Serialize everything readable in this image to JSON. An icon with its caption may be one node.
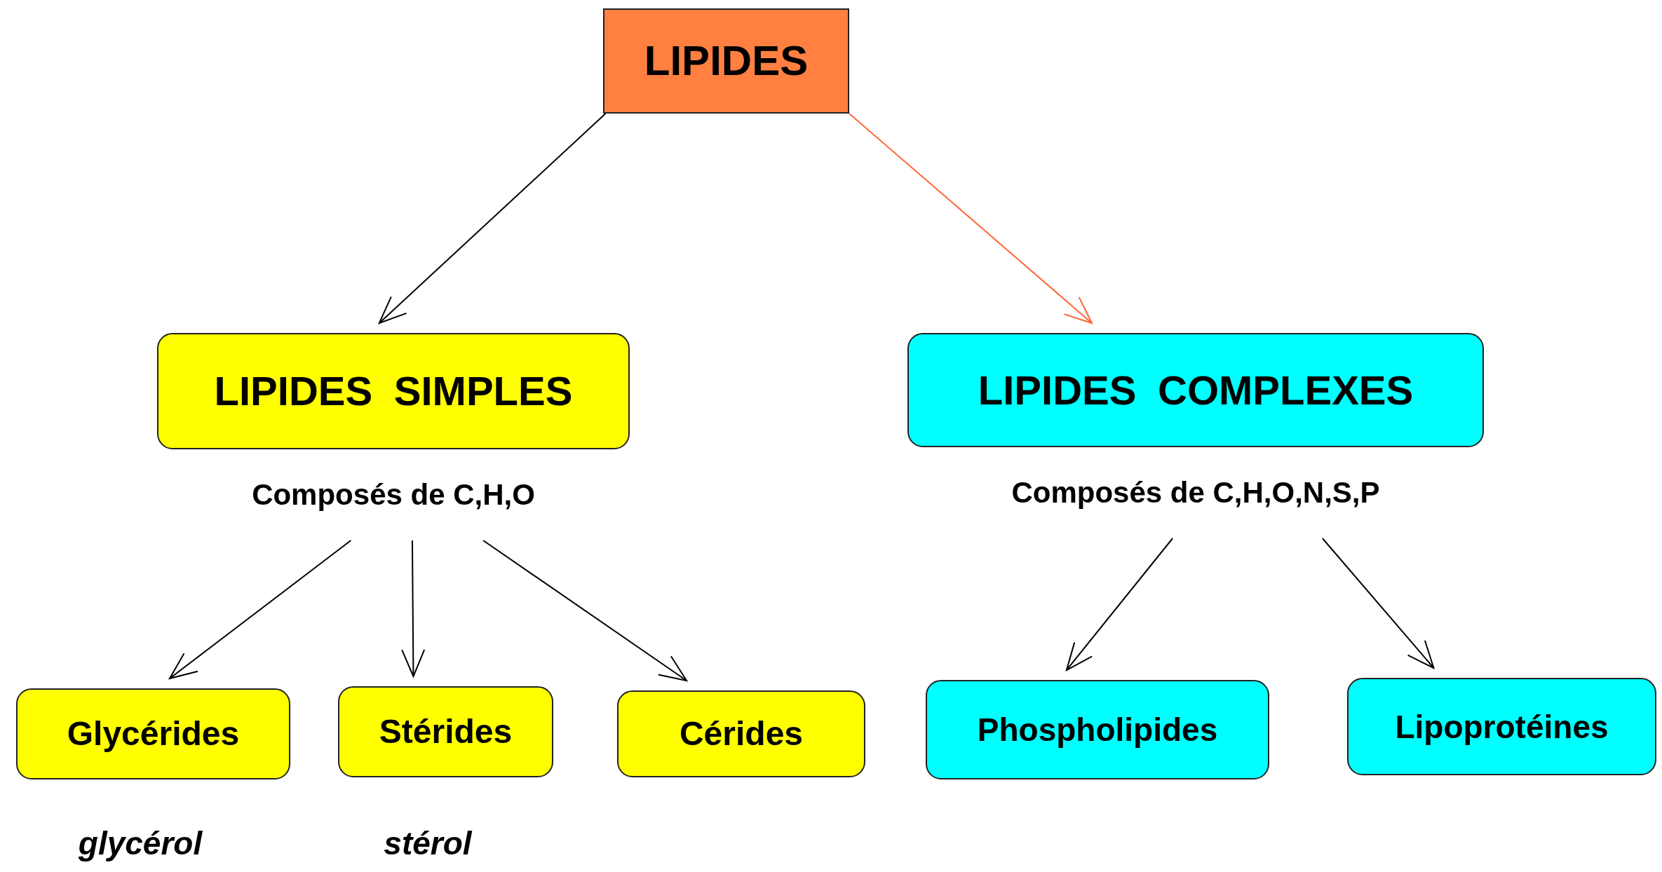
{
  "diagram": {
    "nodes": [
      {
        "text": [
          "LIPIDES"
        ]
      },
      {
        "text": [
          "LIPIDES SIMPLES"
        ],
        "beside": [
          "Composés de C,H,O"
        ]
      },
      {
        "text": [
          "LIPIDES COMPLEXES"
        ],
        "beside": [
          "Composés de C,H,O,N,S,P"
        ]
      },
      {
        "text": [
          "Glycérides"
        ]
      },
      {
        "text": [
          "Stérides"
        ]
      },
      {
        "text": [
          "Cérides"
        ]
      },
      {
        "text": [
          "Phospholipides"
        ]
      },
      {
        "text": [
          "Lipoprotéines"
        ]
      }
    ],
    "edges": [
      {
        "from": 0,
        "to": 1,
        "arrow": "to"
      },
      {
        "from": 0,
        "to": 2,
        "arrow": "to",
        "color": "#ff6633"
      },
      {
        "from": 1,
        "to": 3,
        "arrow": "to"
      },
      {
        "from": 1,
        "to": 4,
        "arrow": "to"
      },
      {
        "from": 1,
        "to": 5,
        "arrow": "to"
      },
      {
        "from": 2,
        "to": 6,
        "arrow": "to"
      },
      {
        "from": 2,
        "to": 7,
        "arrow": "to"
      }
    ],
    "labels": [
      "glycérol",
      "stérol"
    ]
  }
}
